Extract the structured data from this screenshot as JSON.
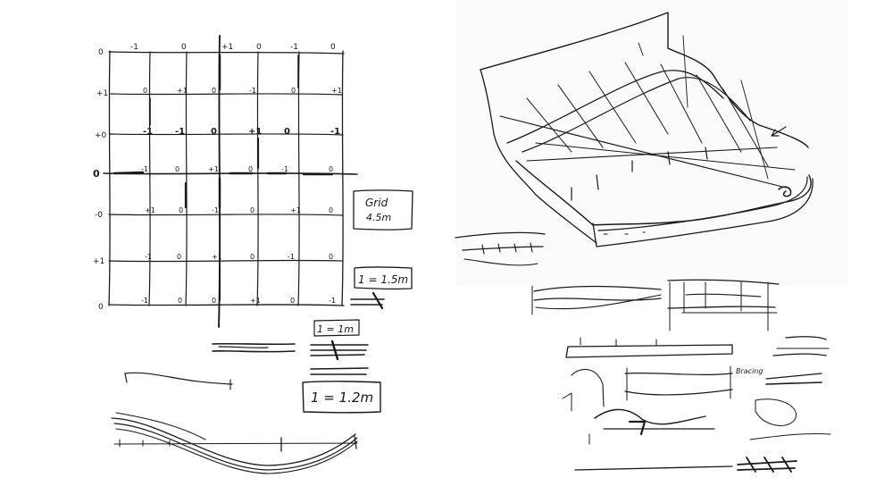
{
  "left_sketch": {
    "grid": {
      "top_labels": [
        "-1",
        "0",
        "+1",
        "0",
        "-1",
        "0"
      ],
      "left_labels": [
        "0",
        "+1",
        "+0",
        "0",
        "-0",
        "+1",
        "0"
      ],
      "rows": [
        [
          "0",
          "+1",
          "0",
          "-1",
          "0",
          "+1"
        ],
        [
          "-1",
          "-1",
          "0",
          "+1",
          "0",
          "-1"
        ],
        [
          "-1",
          "0",
          "+1",
          "0",
          "-1",
          "0"
        ],
        [
          "+1",
          "0",
          "-1",
          "0",
          "+1",
          "0"
        ],
        [
          "-1",
          "0",
          "+1",
          "0",
          "-1",
          "0"
        ],
        [
          "-1",
          "0",
          "0",
          "+1",
          "0",
          "-1"
        ]
      ]
    },
    "notes": {
      "grid_title": "Grid",
      "grid_size": "4.5m",
      "scale_1": "1 = 1.5m",
      "scale_2": "1 = 1m",
      "scale_3": "1 = 1.2m"
    }
  },
  "right_sketch": {
    "notes": {
      "small_label": "Bracing"
    }
  }
}
